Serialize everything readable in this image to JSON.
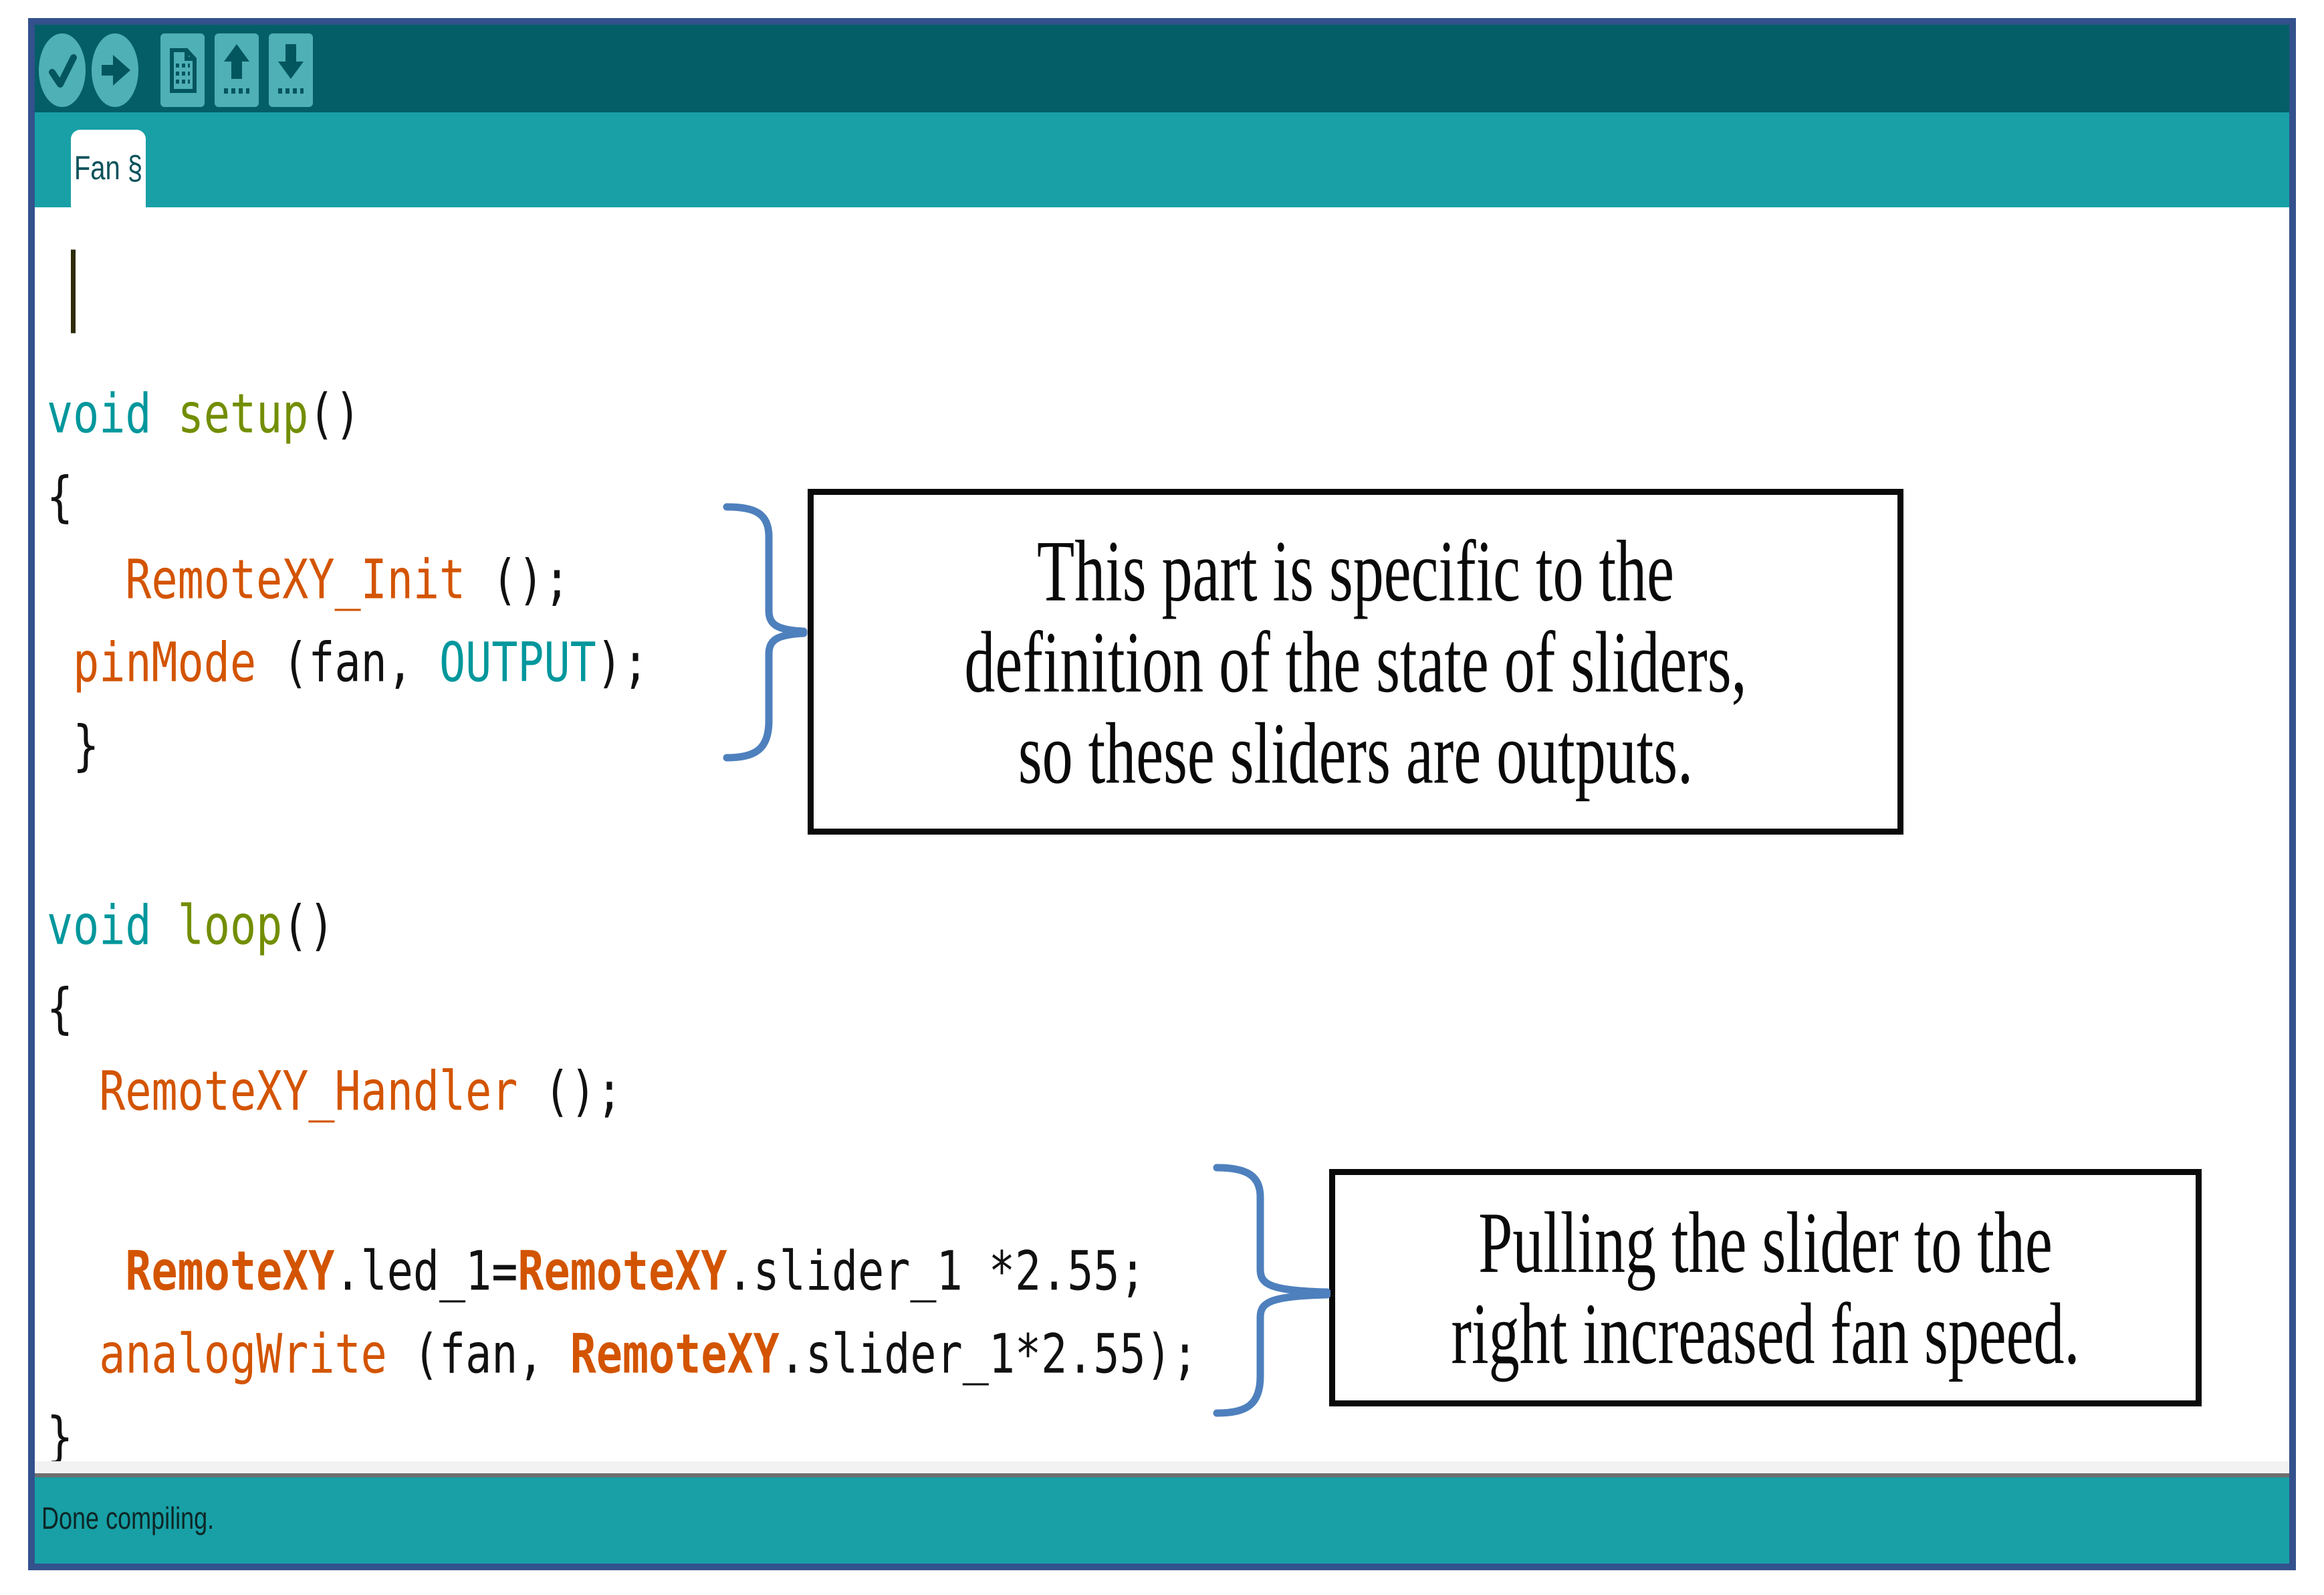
{
  "colors": {
    "navy_border": "#33518C",
    "accent_teal_dark": "#045E68",
    "accent_teal": "#18A0A6",
    "icon_fill": "#4FB0B6",
    "icon_glyph": "#03565E",
    "tab_text": "#0B525B",
    "code_keyword": "#00979C",
    "code_function": "#728E00",
    "code_orange": "#D35400",
    "code_default": "#111111",
    "cursor_color": "#2E2B08",
    "brace_blue": "#4E80BD",
    "box_border": "#0A0A0A",
    "strip_gray": "#F2F2F2",
    "strip_line": "#6F6F6F",
    "status_text": "#0D2626"
  },
  "toolbar": {
    "buttons": [
      {
        "name": "verify-button",
        "icon": "check-icon"
      },
      {
        "name": "upload-button",
        "icon": "arrow-right-icon"
      },
      {
        "name": "new-sketch-button",
        "icon": "document-icon"
      },
      {
        "name": "open-button",
        "icon": "arrow-up-icon"
      },
      {
        "name": "save-button",
        "icon": "arrow-down-icon"
      }
    ]
  },
  "tab": {
    "label": "Fan §"
  },
  "editor": {
    "lines": [
      {
        "tokens": [
          {
            "s": "cursor",
            "t": ""
          }
        ]
      },
      {
        "blank": "small"
      },
      {
        "tokens": [
          {
            "s": "k",
            "t": "void"
          },
          {
            "s": "d",
            "t": " "
          },
          {
            "s": "f",
            "t": "setup"
          },
          {
            "s": "d",
            "t": "()"
          }
        ]
      },
      {
        "tokens": [
          {
            "s": "d",
            "t": "{"
          }
        ]
      },
      {
        "tokens": [
          {
            "s": "d",
            "t": "   "
          },
          {
            "s": "o",
            "t": "RemoteXY_Init"
          },
          {
            "s": "d",
            "t": " ();"
          }
        ]
      },
      {
        "tokens": [
          {
            "s": "d",
            "t": " "
          },
          {
            "s": "o",
            "t": "pinMode"
          },
          {
            "s": "d",
            "t": " (fan, "
          },
          {
            "s": "k",
            "t": "OUTPUT"
          },
          {
            "s": "d",
            "t": ");"
          }
        ]
      },
      {
        "tokens": [
          {
            "s": "d",
            "t": " }"
          }
        ]
      },
      {
        "blank": "large"
      },
      {
        "tokens": [
          {
            "s": "k",
            "t": "void"
          },
          {
            "s": "d",
            "t": " "
          },
          {
            "s": "f",
            "t": "loop"
          },
          {
            "s": "d",
            "t": "()"
          }
        ]
      },
      {
        "tokens": [
          {
            "s": "d",
            "t": "{"
          }
        ]
      },
      {
        "tokens": [
          {
            "s": "d",
            "t": "  "
          },
          {
            "s": "o",
            "t": "RemoteXY_Handler"
          },
          {
            "s": "d",
            "t": " ();"
          }
        ]
      },
      {
        "blank": "large"
      },
      {
        "tokens": [
          {
            "s": "d",
            "t": "   "
          },
          {
            "s": "ob",
            "t": "RemoteXY"
          },
          {
            "s": "d",
            "t": ".led_1="
          },
          {
            "s": "ob",
            "t": "RemoteXY"
          },
          {
            "s": "d",
            "t": ".slider_1 *2.55;"
          }
        ]
      },
      {
        "tokens": [
          {
            "s": "d",
            "t": "  "
          },
          {
            "s": "o",
            "t": "analogWrite"
          },
          {
            "s": "d",
            "t": " (fan, "
          },
          {
            "s": "ob",
            "t": "RemoteXY"
          },
          {
            "s": "d",
            "t": ".slider_1*2.55);"
          }
        ]
      },
      {
        "tokens": [
          {
            "s": "d",
            "t": "}"
          }
        ]
      }
    ]
  },
  "annotations": [
    {
      "lines": [
        "This part is specific to the",
        "definition of the state of sliders,",
        "so these sliders are outputs."
      ]
    },
    {
      "lines": [
        "Pulling the slider to the",
        "right increased fan speed."
      ]
    }
  ],
  "status": {
    "message": "Done compiling."
  }
}
